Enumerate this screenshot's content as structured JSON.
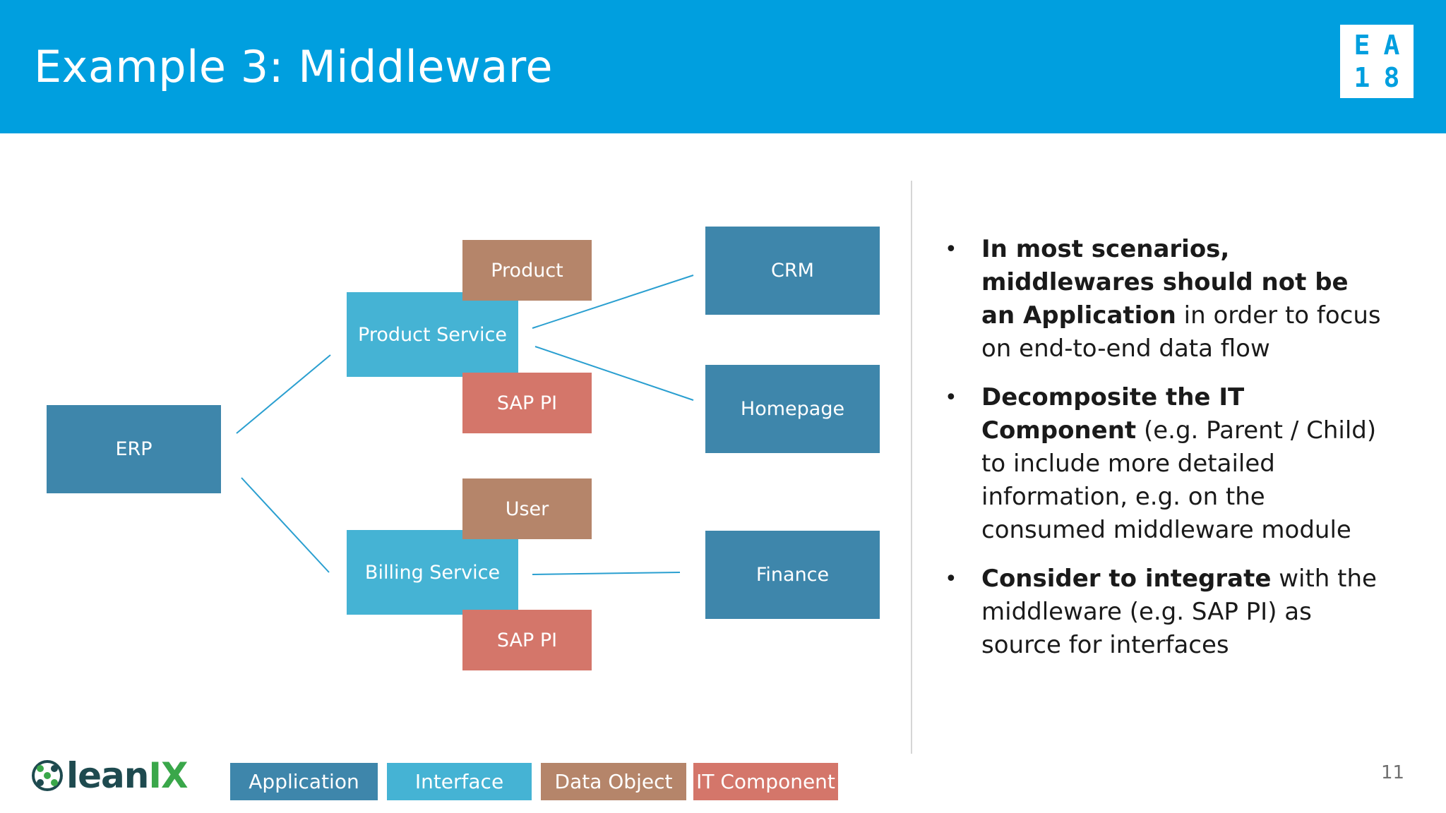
{
  "slide": {
    "title": "Example 3: Middleware",
    "logo": {
      "row1": [
        "E",
        "A"
      ],
      "row2": [
        "1",
        "8"
      ]
    },
    "page_number": "11"
  },
  "diagram": {
    "nodes": {
      "erp": "ERP",
      "product_service": "Product Service",
      "product": "Product",
      "sap_pi_1": "SAP PI",
      "billing_service": "Billing Service",
      "user": "User",
      "sap_pi_2": "SAP PI",
      "crm": "CRM",
      "homepage": "Homepage",
      "finance": "Finance"
    }
  },
  "bullets": [
    {
      "bold": "In most scenarios, middlewares should not be an Application",
      "rest": " in order to focus on end-to-end data flow"
    },
    {
      "bold": "Decomposite the IT Component",
      "rest": " (e.g. Parent / Child) to include more detailed information, e.g. on the consumed middleware module"
    },
    {
      "bold": "Consider to integrate",
      "rest": " with the middleware (e.g. SAP PI) as source for interfaces"
    }
  ],
  "legend": {
    "application": "Application",
    "interface": "Interface",
    "data_object": "Data Object",
    "it_component": "IT Component"
  },
  "brand": {
    "prefix": "lean",
    "suffix": "IX"
  },
  "colors": {
    "header": "#009fdf",
    "application": "#3e86ab",
    "interface": "#45b3d4",
    "data_object": "#b5856a",
    "it_component": "#d4766a",
    "connector": "#2a9fd0"
  }
}
